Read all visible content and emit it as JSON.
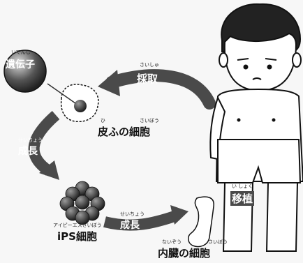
{
  "labels": {
    "gene": "遺伝子",
    "gene_ruby": "いでんし",
    "skin_cell": "皮ふの細胞",
    "skin_ruby_hi": "ひ",
    "skin_ruby_saibou": "さいぼう",
    "ips_cell": "iPS細胞",
    "ips_ruby": "アイピーエスさいぼう",
    "organ_cell": "内臓の細胞",
    "organ_ruby_naizou": "ないぞう",
    "organ_ruby_saibou": "さいぼう"
  },
  "arrows": {
    "collect": "採取",
    "collect_ruby": "さいしゅ",
    "grow1": "成長",
    "grow1_ruby": "せいちょう",
    "grow2": "成長",
    "grow2_ruby": "せいちょう",
    "transplant": "移植",
    "transplant_ruby": "い しょく"
  },
  "colors": {
    "arrow": "#4a4a4a",
    "gene_ball": "#555555",
    "ips_cells": "#3a3a3a",
    "outline": "#111111"
  }
}
